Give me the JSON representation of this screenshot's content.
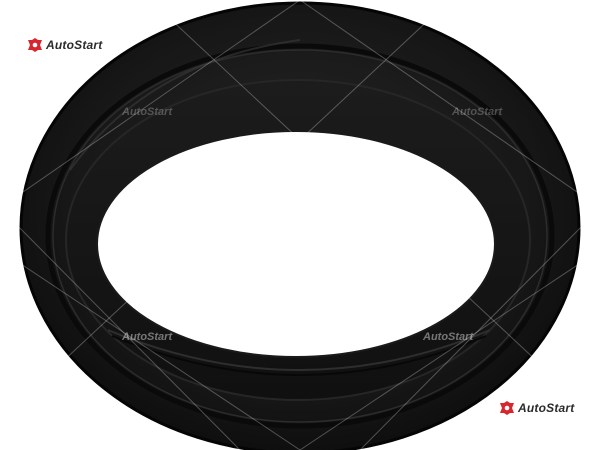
{
  "image": {
    "subject_icon": "rubber-seal-ring",
    "background_color": "#ffffff",
    "ring_color": "#151515",
    "brand_accent": "#d7262e"
  },
  "branding": {
    "logo_text": "AutoStart",
    "logo_icon": "autostart-logo-icon"
  },
  "watermark": {
    "text": "AutoStart"
  }
}
